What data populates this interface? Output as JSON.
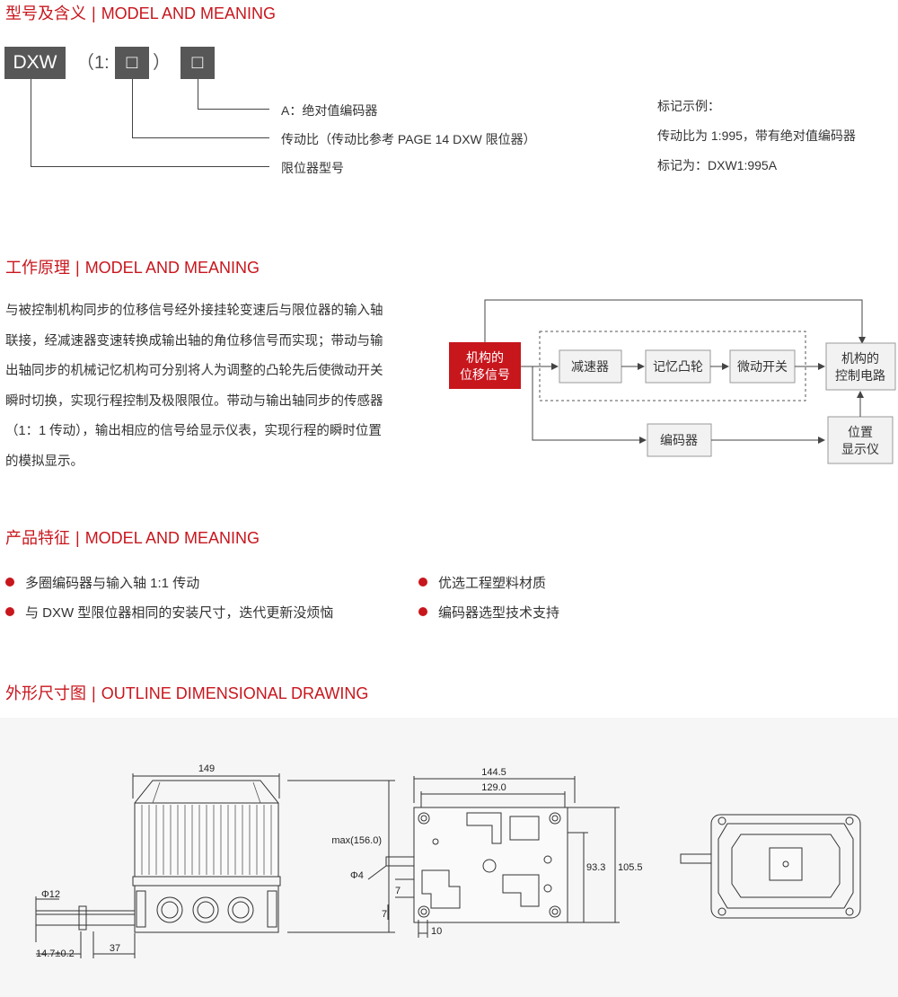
{
  "sections": {
    "model": {
      "cn": "型号及含义",
      "sep": "|",
      "en": "MODEL AND MEANING"
    },
    "principle": {
      "cn": "工作原理",
      "sep": "|",
      "en": "MODEL AND MEANING"
    },
    "features": {
      "cn": "产品特征",
      "sep": "|",
      "en": "MODEL AND MEANING"
    },
    "outline": {
      "cn": "外形尺寸图",
      "sep": "|",
      "en": "OUTLINE DIMENSIONAL DRAWING"
    }
  },
  "model_code": {
    "prefix": "DXW",
    "open": "（1:",
    "slot1": "□",
    "close": "）",
    "slot2": "□",
    "legend": [
      "A：绝对值编码器",
      "传动比（传动比参考 PAGE 14 DXW 限位器）",
      "限位器型号"
    ],
    "example": [
      "标记示例：",
      "传动比为 1:995，带有绝对值编码器",
      "标记为：DXW1:995A"
    ]
  },
  "principle_text": "与被控制机构同步的位移信号经外接挂轮变速后与限位器的输入轴联接，经减速器变速转换成输出轴的角位移信号而实现；带动与输出轴同步的机械记忆机构可分别将人为调整的凸轮先后使微动开关瞬时切换，实现行程控制及极限限位。带动与输出轴同步的传感器（1：1 传动），输出相应的信号给显示仪表，实现行程的瞬时位置的模拟显示。",
  "flow": {
    "signal": [
      "机构的",
      "位移信号"
    ],
    "reducer": "减速器",
    "cam": "记忆凸轮",
    "switch": "微动开关",
    "control": [
      "机构的",
      "控制电路"
    ],
    "encoder": "编码器",
    "display": [
      "位置",
      "显示仪"
    ]
  },
  "features": [
    "多圈编码器与输入轴 1:1 传动",
    "与 DXW 型限位器相同的安装尺寸，迭代更新没烦恼",
    "优选工程塑料材质",
    "编码器选型技术支持"
  ],
  "dimensions": {
    "width_149": "149",
    "max_height": "max(156.0)",
    "shaft_dia": "Φ12",
    "shaft_key": "14.7±0.2",
    "shaft_len": "37",
    "w_144_5": "144.5",
    "w_129_0": "129.0",
    "h_93_3": "93.3",
    "h_105_5": "105.5",
    "hole_dia": "Φ4",
    "d7a": "7",
    "d7b": "7",
    "d10": "10"
  },
  "colors": {
    "accent": "#c8161d",
    "box_dark": "#575757",
    "flow_red": "#c8161d"
  }
}
